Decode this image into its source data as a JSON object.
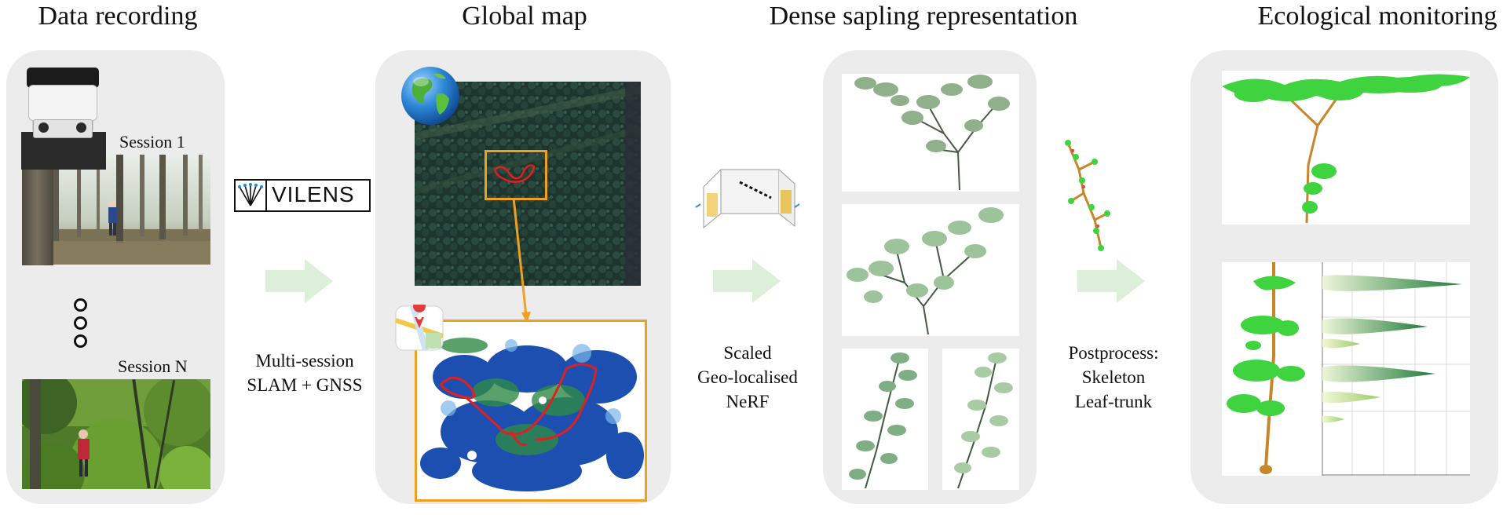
{
  "stages": {
    "data_recording": {
      "title": "Data recording",
      "session_first": "Session 1",
      "session_last": "Session N"
    },
    "global_map": {
      "title": "Global map"
    },
    "dense_representation": {
      "title": "Dense sapling representation"
    },
    "ecological_monitoring": {
      "title": "Ecological monitoring"
    }
  },
  "steps": {
    "slam": {
      "logo_text": "VILENS",
      "line1": "Multi-session",
      "line2": "SLAM + GNSS"
    },
    "nerf": {
      "line1": "Scaled",
      "line2": "Geo-localised",
      "line3": "NeRF"
    },
    "postprocess": {
      "line1": "Postprocess:",
      "line2": "Skeleton",
      "line3": "Leaf-trunk"
    }
  },
  "colors": {
    "panel": "#ececec",
    "arrow": "#dcefd8",
    "highlight": "#f0a020",
    "trajectory": "#e02020",
    "leaf_green": "#3fd43f",
    "trunk_brown": "#c8862a",
    "forest_dark": "#1f3a32",
    "pointcloud_blue": "#1d4fb0"
  },
  "icons": [
    "lidar-sensor-icon",
    "globe-icon",
    "map-pin-icon",
    "camera-frustum-icon"
  ]
}
